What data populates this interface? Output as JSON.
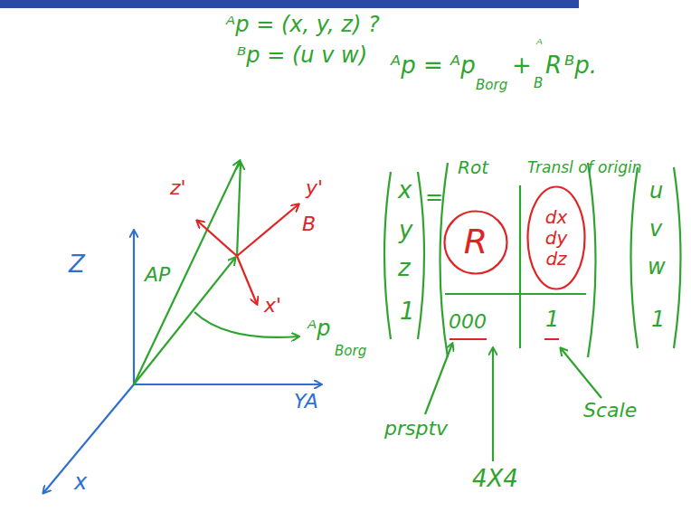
{
  "diagram": {
    "nodes": [
      {
        "text": [
          "R"
        ]
      },
      {
        "text": [
          "dx dy dz"
        ]
      }
    ],
    "labels": [
      "ᴬp = (x, y, z) ?",
      "ᴮp = (u v w)",
      "ᴬp =",
      "ᴬp",
      "Borg",
      "+",
      "ᴬ",
      "B",
      "R",
      "ᴮp.",
      "Z",
      "AP",
      "x",
      "YA",
      "z'",
      "y'",
      "B",
      "x'",
      "ᴬp",
      "Borg",
      "x",
      "y",
      "z",
      "1",
      "=",
      "Rot",
      "Transl of origin",
      "000",
      "1",
      "u",
      "v",
      "w",
      "1",
      "prsptv",
      "4X4",
      "Scale"
    ]
  }
}
